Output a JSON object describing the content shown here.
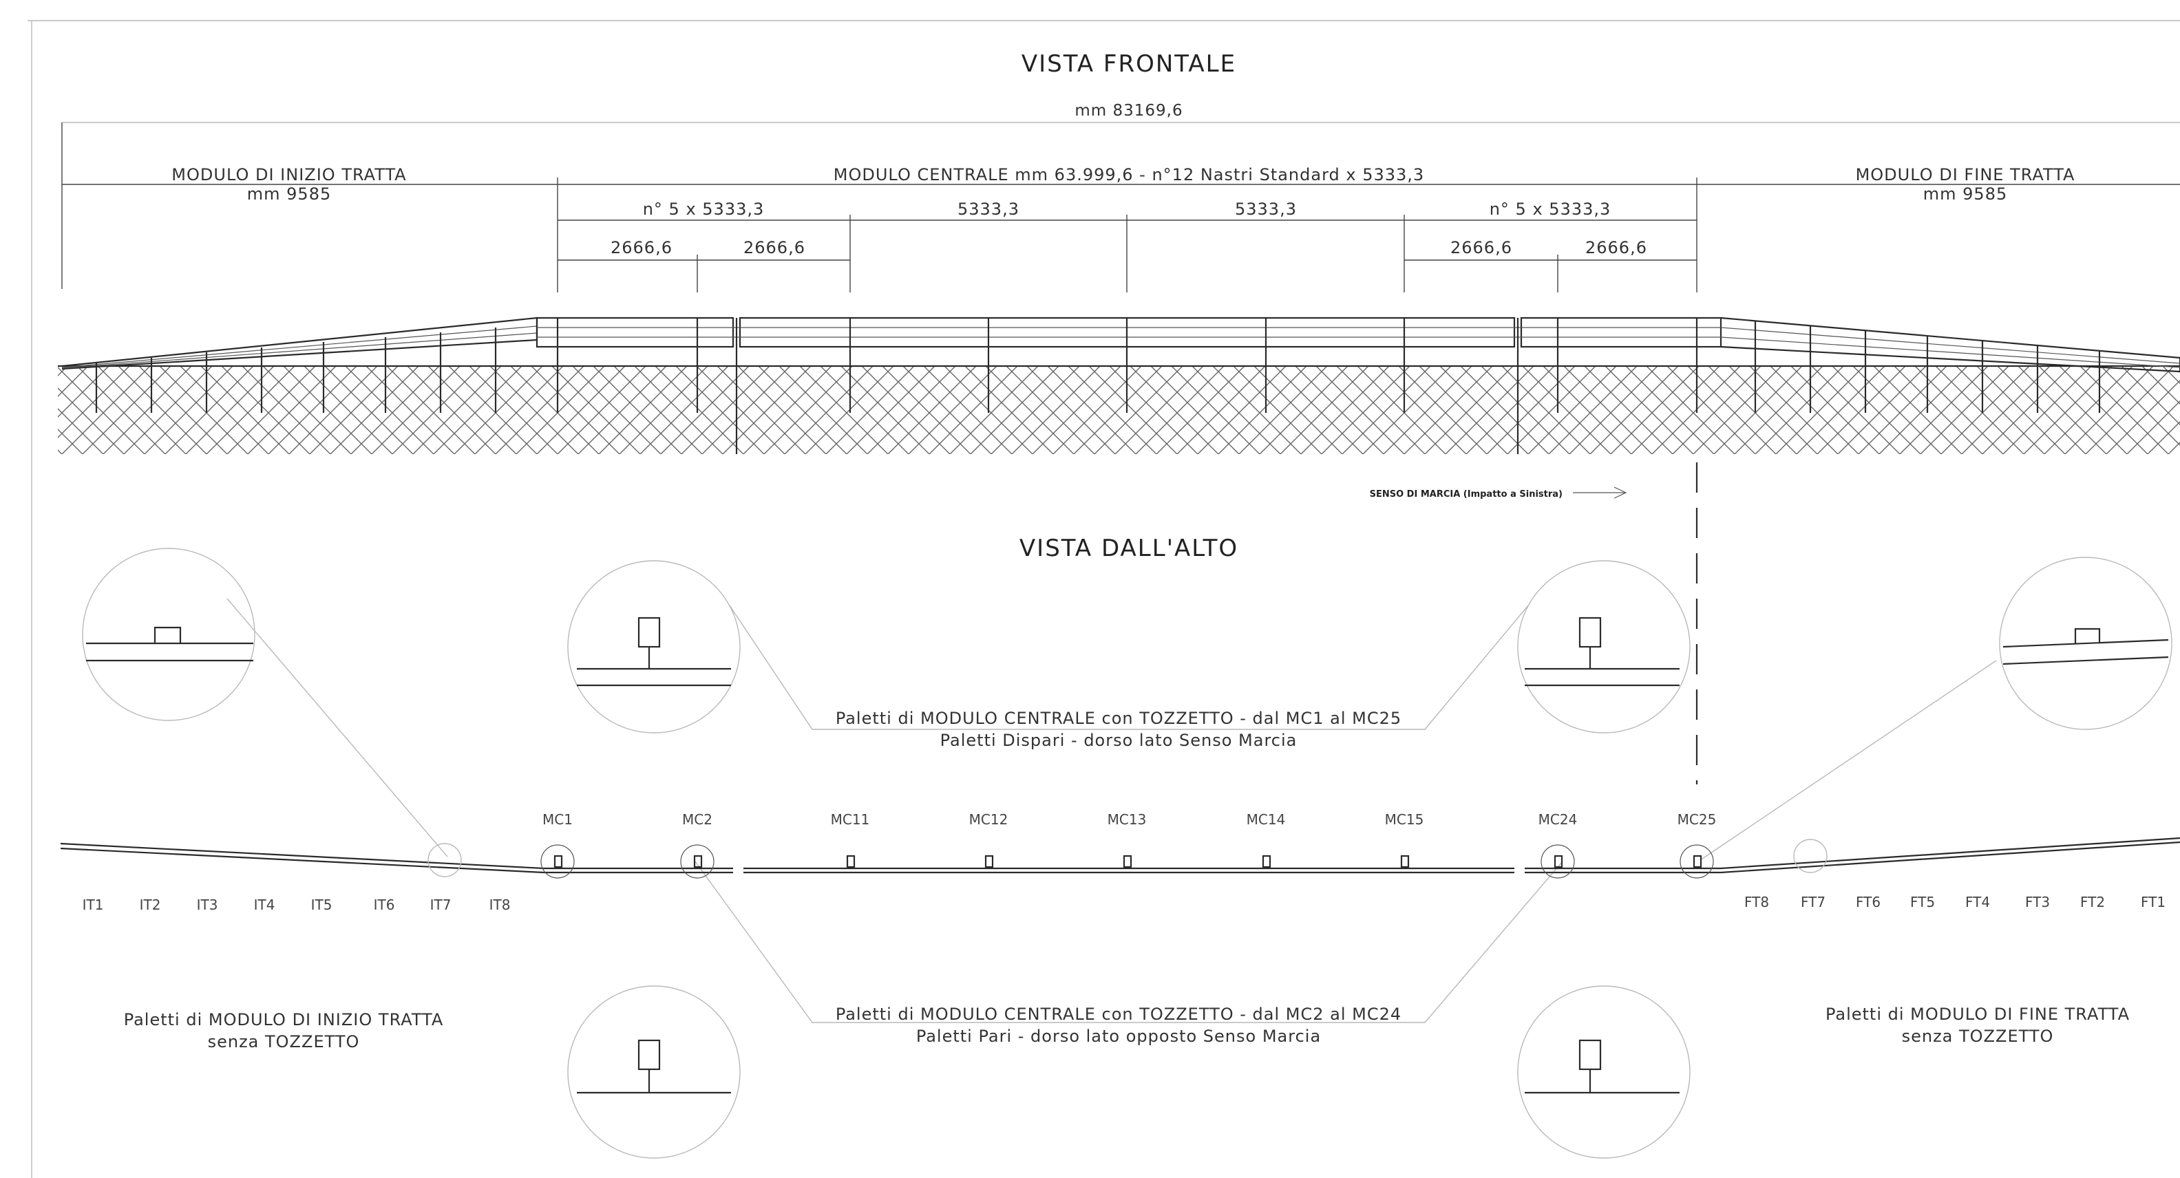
{
  "titles": {
    "front": "VISTA FRONTALE",
    "top": "VISTA DALL'ALTO"
  },
  "front_view": {
    "total_length": "mm 83169,6",
    "start_module": {
      "name": "MODULO DI INIZIO TRATTA",
      "length": "mm 9585"
    },
    "central_module": "MODULO CENTRALE mm 63.999,6 -  n°12 Nastri Standard x 5333,3",
    "end_module": {
      "name": "MODULO DI FINE TRATTA",
      "length": "mm 9585"
    },
    "dimension_row1": [
      "n° 5 x 5333,3",
      "5333,3",
      "5333,3",
      "n° 5 x 5333,3"
    ],
    "dimension_row2": [
      "2666,6",
      "2666,6",
      "2666,6",
      "2666,6"
    ]
  },
  "direction_label": "SENSO DI MARCIA (Impatto a Sinistra)",
  "top_view": {
    "callout_central_odd": {
      "line1": "Paletti di MODULO CENTRALE con TOZZETTO - dal MC1 al MC25",
      "line2": "Paletti Dispari - dorso lato Senso Marcia"
    },
    "callout_central_even": {
      "line1": "Paletti di MODULO CENTRALE con TOZZETTO - dal MC2 al MC24",
      "line2": "Paletti Pari - dorso lato opposto Senso Marcia"
    },
    "callout_start": {
      "line1": "Paletti di MODULO DI INIZIO TRATTA",
      "line2": "senza TOZZETTO"
    },
    "callout_end": {
      "line1": "Paletti di MODULO DI FINE TRATTA",
      "line2": "senza TOZZETTO"
    },
    "mc_labels": [
      "MC1",
      "MC2",
      "MC11",
      "MC12",
      "MC13",
      "MC14",
      "MC15",
      "MC24",
      "MC25"
    ],
    "it_labels": [
      "IT1",
      "IT2",
      "IT3",
      "IT4",
      "IT5",
      "IT6",
      "IT7",
      "IT8"
    ],
    "ft_labels": [
      "FT8",
      "FT7",
      "FT6",
      "FT5",
      "FT4",
      "FT3",
      "FT2",
      "FT1"
    ]
  }
}
